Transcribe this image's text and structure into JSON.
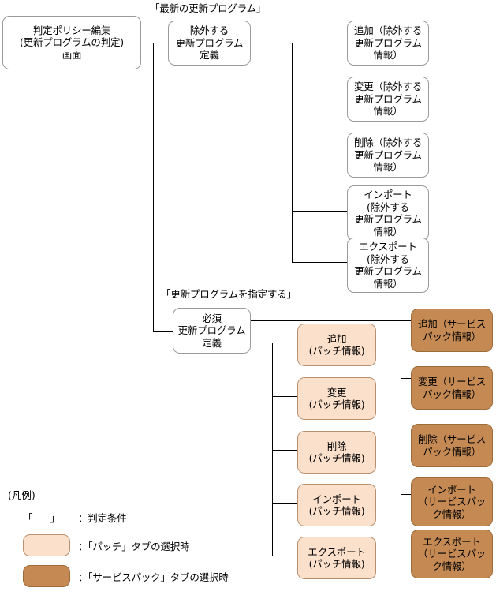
{
  "diagram": {
    "root": {
      "label": "判定ポリシー編集\n(更新プログラムの判定)\n画面"
    },
    "branches": [
      {
        "condition_caption": "「最新の更新プログラム」",
        "group_label": "除外する\n更新プログラム\n定義",
        "operations": [
          {
            "label": "追加（除外する\n更新プログラム\n情報）",
            "style": "white"
          },
          {
            "label": "変更（除外する\n更新プログラム\n情報）",
            "style": "white"
          },
          {
            "label": "削除（除外する\n更新プログラム\n情報）",
            "style": "white"
          },
          {
            "label": "インポート\n(除外する\n更新プログラム\n情報）",
            "style": "white"
          },
          {
            "label": "エクスポート\n(除外する\n更新プログラム\n情報）",
            "style": "white"
          }
        ]
      },
      {
        "condition_caption": "「更新プログラムを指定する」",
        "group_label": "必須\n更新プログラム\n定義",
        "patch_operations": [
          {
            "label": "追加\n(パッチ情報)",
            "style": "peach"
          },
          {
            "label": "変更\n(パッチ情報)",
            "style": "peach"
          },
          {
            "label": "削除\n(パッチ情報)",
            "style": "peach"
          },
          {
            "label": "インポート\n(パッチ情報)",
            "style": "peach"
          },
          {
            "label": "エクスポート\n(パッチ情報)",
            "style": "peach"
          }
        ],
        "servicepack_operations": [
          {
            "label": "追加（サービス\nパック情報）",
            "style": "brown"
          },
          {
            "label": "変更（サービス\nパック情報）",
            "style": "brown"
          },
          {
            "label": "削除（サービス\nパック情報）",
            "style": "brown"
          },
          {
            "label": "インポート\n（サービスパッ\nク情報）",
            "style": "brown"
          },
          {
            "label": "エクスポート\n（サービスパッ\nク情報）",
            "style": "brown"
          }
        ]
      }
    ]
  },
  "legend": {
    "title": "(凡例)",
    "rows": [
      {
        "swatch": "quote",
        "quote_left": "「",
        "quote_right": "」",
        "text": "：判定条件"
      },
      {
        "swatch": "peach",
        "text": "：「パッチ」タブの選択時"
      },
      {
        "swatch": "brown",
        "text": "：「サービスパック」タブの選択時"
      }
    ]
  },
  "colors": {
    "peach": "#fbe0cb",
    "peach_border": "#b9906f",
    "brown": "#c58a54",
    "brown_border": "#9e6a38",
    "line": "#000000",
    "white_border": "#9a9a9a"
  }
}
